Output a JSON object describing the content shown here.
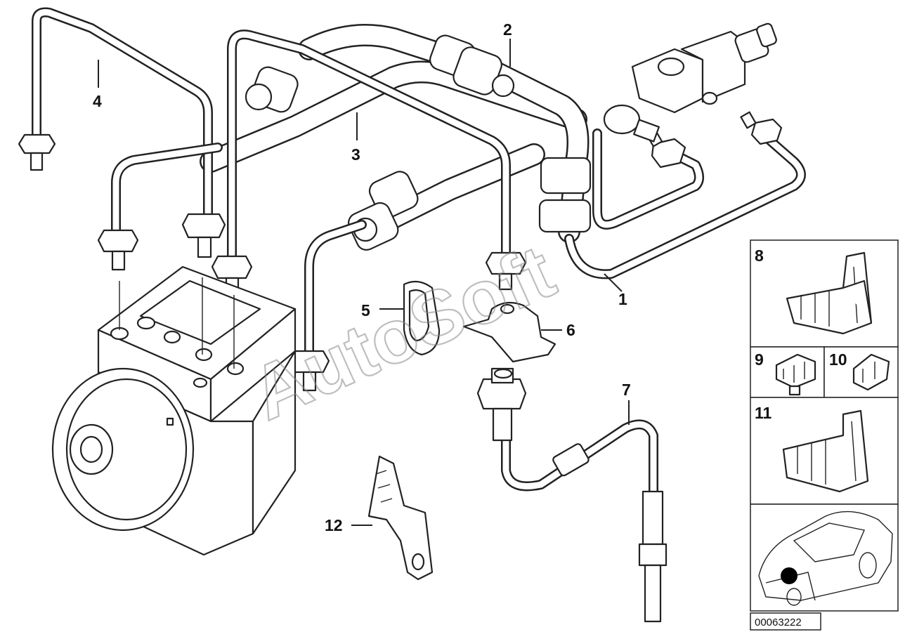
{
  "diagram": {
    "part_labels": [
      "1",
      "2",
      "3",
      "4",
      "5",
      "6",
      "7",
      "8",
      "9",
      "10",
      "11",
      "12"
    ],
    "watermark": "AutoSoft",
    "reference_number": "00063222",
    "icons": [
      "abs-hydraulic-unit",
      "brake-pipe",
      "brake-hose",
      "pipe-clip",
      "bracket",
      "car-location-marker"
    ]
  }
}
